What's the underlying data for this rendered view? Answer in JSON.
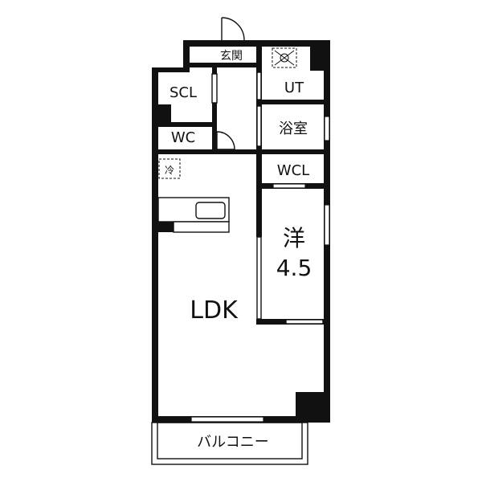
{
  "rooms": {
    "entrance": "玄関",
    "scl": "SCL",
    "ut": "UT",
    "wc": "WC",
    "bath": "浴室",
    "wcl": "WCL",
    "fridge": "冷",
    "western_name": "洋",
    "western_size": "4.5",
    "ldk": "LDK",
    "balcony": "バルコニー"
  },
  "colors": {
    "wall": "#111111",
    "background": "#ffffff",
    "window": "#888888"
  },
  "icons": {
    "washer": "washer-pan-icon",
    "sink": "kitchen-sink-icon",
    "door": "door-swing-icon"
  }
}
